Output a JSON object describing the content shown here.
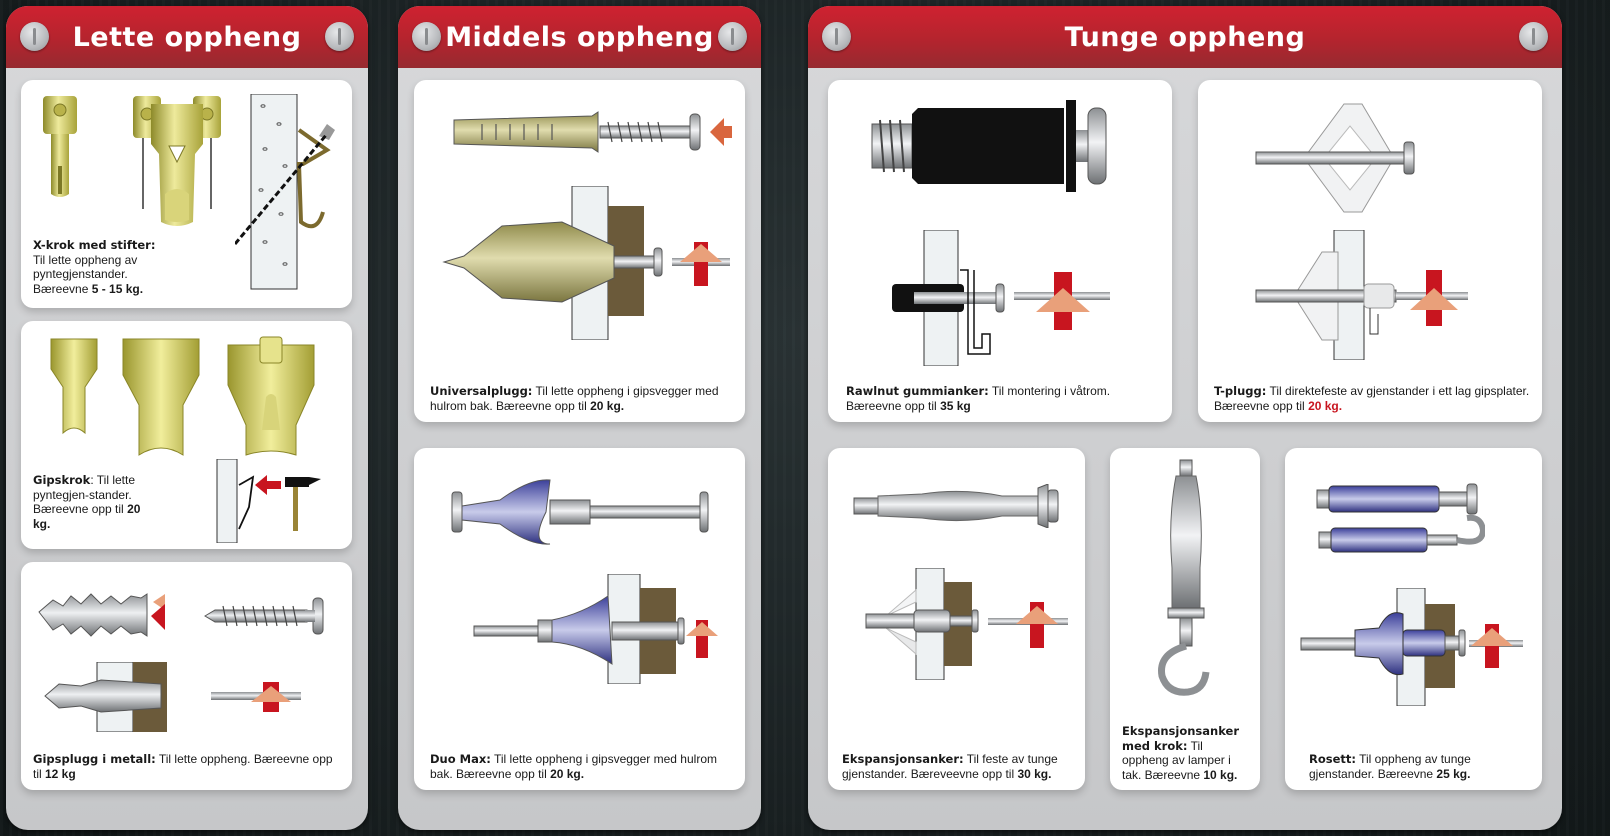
{
  "panels": [
    {
      "title": "Lette oppheng",
      "cards": [
        {
          "name": "X-krok med stifter:",
          "text": " Til lette oppheng av pyntegjenstander. Bæreevne ",
          "capacity": "5 - 15 kg.",
          "capacity_color": "#1a1a1a"
        },
        {
          "name": "Gipskrok",
          "text": ": Til lette pyntegjen-stander. Bæreevne opp til ",
          "capacity": "20 kg.",
          "capacity_color": "#1a1a1a"
        },
        {
          "name": "Gipsplugg i metall:",
          "text": " Til lette oppheng. Bæreevne opp til ",
          "capacity": "12 kg",
          "capacity_color": "#1a1a1a"
        }
      ]
    },
    {
      "title": "Middels oppheng",
      "cards": [
        {
          "name": "Universalplugg:",
          "text": " Til lette oppheng i gipsvegger med hulrom bak. Bæreevne opp til ",
          "capacity": "20 kg.",
          "capacity_color": "#1a1a1a"
        },
        {
          "name": "Duo Max:",
          "text": " Til lette oppheng i gipsvegger med hulrom bak. Bæreevne opp til ",
          "capacity": "20 kg.",
          "capacity_color": "#1a1a1a"
        }
      ]
    },
    {
      "title": "Tunge oppheng",
      "cards": [
        {
          "name": "Rawlnut gummianker:",
          "text": " Til montering i våtrom. Bæreevne opp til ",
          "capacity": "35 kg",
          "capacity_color": "#1a1a1a"
        },
        {
          "name": "T-plugg:",
          "text": " Til direktefeste av gjenstander i ett lag gipsplater. Bæreevne opp til ",
          "capacity": "20 kg.",
          "capacity_color": "#c8151f"
        },
        {
          "name": "Ekspansjonsanker:",
          "text": " Til feste av tunge gjenstander. Bæreveevne opp til ",
          "capacity": "30 kg.",
          "capacity_color": "#1a1a1a"
        },
        {
          "name": "Ekspansjonsanker med krok:",
          "text": " Til oppheng av lamper i tak. Bæreevne ",
          "capacity": "10 kg.",
          "capacity_color": "#1a1a1a"
        },
        {
          "name": "Rosett:",
          "text": " Til oppheng av tunge gjenstander. Bæreevne ",
          "capacity": "25 kg.",
          "capacity_color": "#1a1a1a"
        }
      ]
    }
  ],
  "colors": {
    "header_red": "#c02530",
    "brass": "#c9c04a",
    "arrow_red": "#c8151f",
    "arrow_salmon": "#e9a07a",
    "anchor_blue": "#3b3f9a",
    "wood": "#6b5a3a"
  },
  "icons": {
    "screw": "screw-head-icon",
    "arrow": "insert-arrow-icon",
    "hammer": "hammer-icon",
    "nail": "nail-icon"
  }
}
